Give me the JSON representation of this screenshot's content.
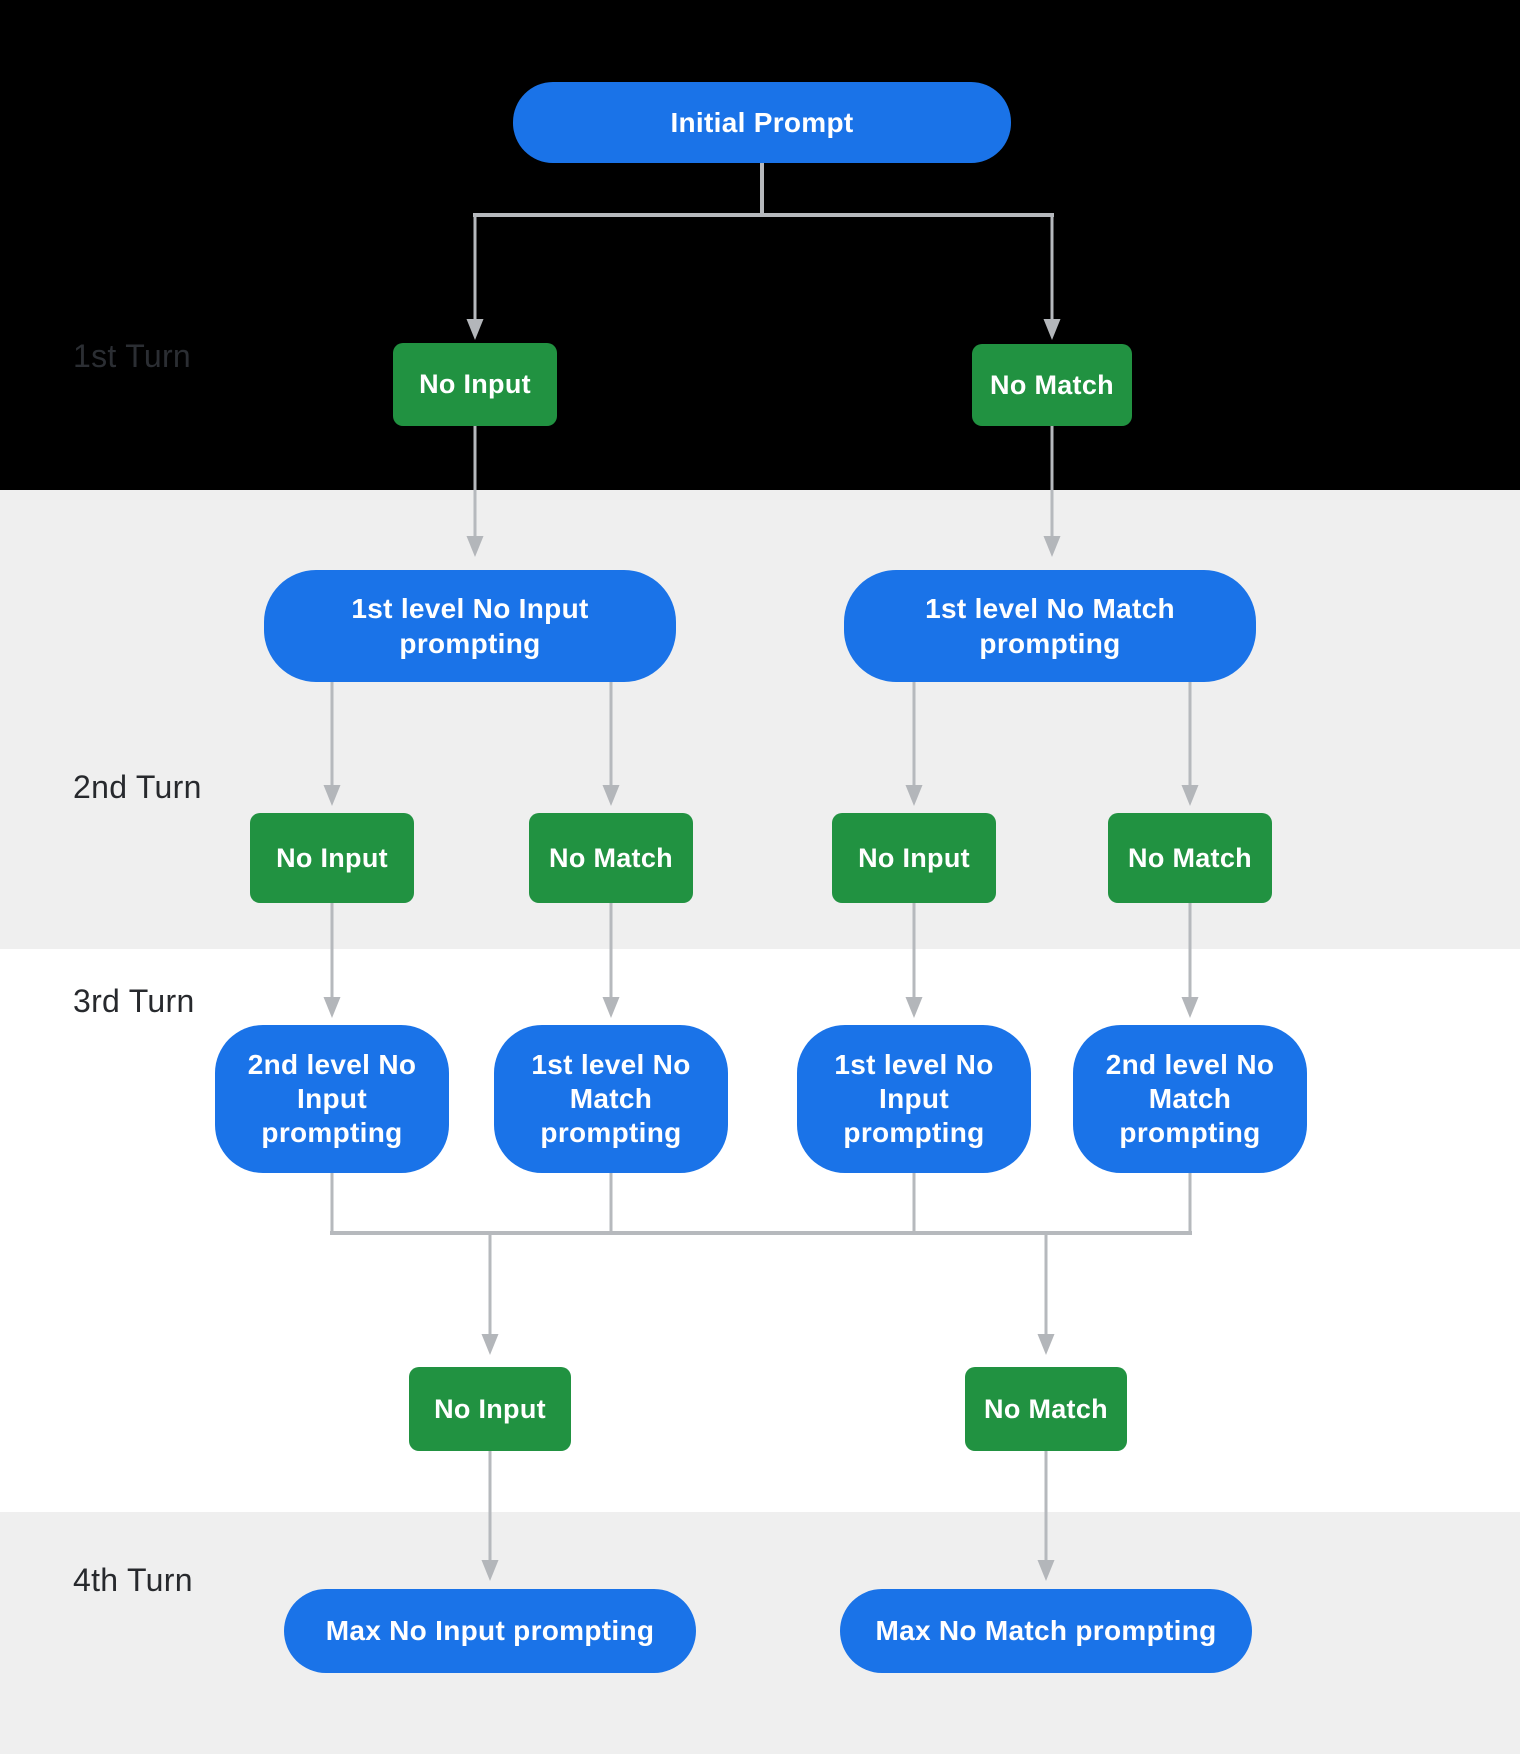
{
  "diagram": {
    "description": "Dialog re-prompting flow over four conversation turns",
    "turn_labels": {
      "first": "1st Turn",
      "second": "2nd Turn",
      "third": "3rd Turn",
      "fourth": "4th Turn"
    },
    "nodes": {
      "initial_prompt": "Initial Prompt",
      "turn1_no_input": "No Input",
      "turn1_no_match": "No Match",
      "level1_no_input_prompting": "1st level No Input\nprompting",
      "level1_no_match_prompting": "1st level No Match\nprompting",
      "turn2_no_input_a": "No Input",
      "turn2_no_match_a": "No Match",
      "turn2_no_input_b": "No Input",
      "turn2_no_match_b": "No Match",
      "level2_no_input_prompting": "2nd level No\nInput\nprompting",
      "level1_no_match_prompting_t3": "1st level No\nMatch\nprompting",
      "level1_no_input_prompting_t3": "1st level No\nInput\nprompting",
      "level2_no_match_prompting": "2nd level No\nMatch\nprompting",
      "turn3_no_input": "No Input",
      "turn3_no_match": "No Match",
      "max_no_input_prompting": "Max No Input prompting",
      "max_no_match_prompting": "Max No Match prompting"
    },
    "colors": {
      "prompt_node_blue": "#1a73e8",
      "event_node_green": "#219241",
      "band_black": "#000000",
      "band_gray": "#efefef",
      "band_white": "#ffffff",
      "connector_gray": "#b6b9bd",
      "turn_label_dark": "#27292d",
      "turn_label_on_black": "#2b2e33",
      "node_text": "#ffffff"
    }
  }
}
